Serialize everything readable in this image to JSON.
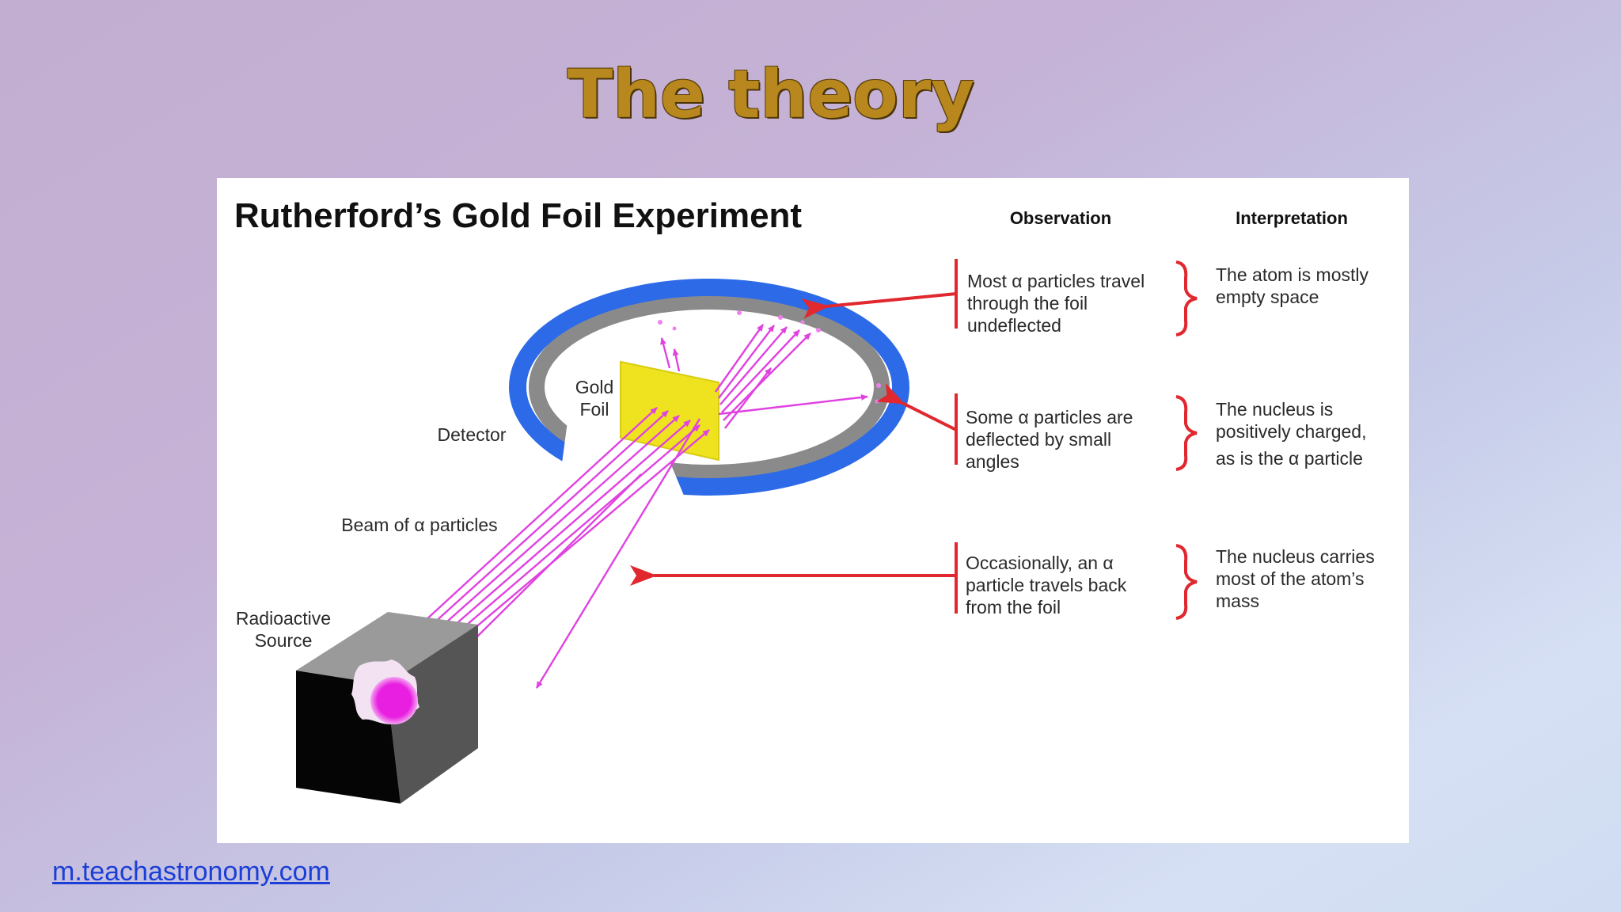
{
  "slide": {
    "title": "The theory",
    "source_link": "m.teachastronomy.com"
  },
  "diagram": {
    "title": "Rutherford’s Gold Foil Experiment",
    "columns": {
      "observation": "Observation",
      "interpretation": "Interpretation"
    },
    "labels": {
      "gold_foil": [
        "Gold",
        "Foil"
      ],
      "detector": "Detector",
      "beam": "Beam of α particles",
      "source": [
        "Radioactive",
        "Source"
      ]
    },
    "rows": [
      {
        "observation": [
          "Most α particles travel",
          "through the foil",
          "undeflected"
        ],
        "interpretation": [
          "The atom is mostly",
          "empty space"
        ]
      },
      {
        "observation": [
          "Some α particles are",
          "deflected by small",
          "angles"
        ],
        "interpretation": [
          "The nucleus is",
          "positively charged,",
          "as is the α particle"
        ]
      },
      {
        "observation": [
          "Occasionally, an α",
          "particle travels back",
          "from the foil"
        ],
        "interpretation": [
          "The nucleus carries",
          "most of the atom’s",
          "mass"
        ]
      }
    ],
    "colors": {
      "detector": "#2d6ae8",
      "detector_inner": "#8a8a8a",
      "foil": "#eee31e",
      "beam": "#e042e0",
      "arrow": "#e0282e",
      "source_core": "#e81fe0"
    }
  }
}
